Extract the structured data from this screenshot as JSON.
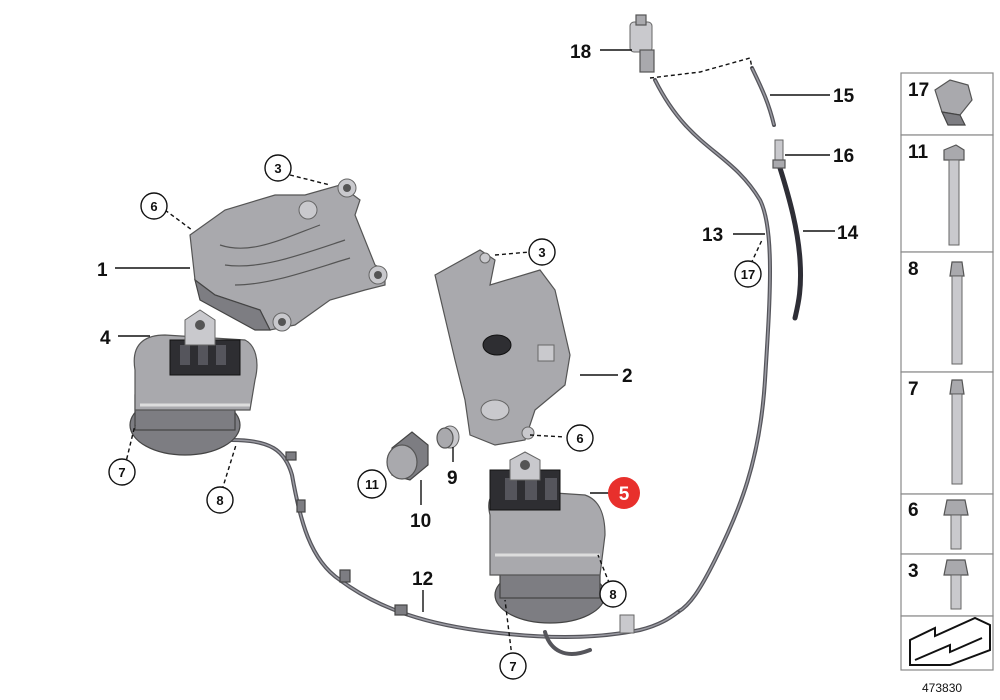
{
  "diagram_id": "473830",
  "highlight": {
    "label": "5",
    "color": "#e8302c"
  },
  "callouts_plain": [
    "1",
    "2",
    "4",
    "9",
    "10",
    "12",
    "13",
    "14",
    "15",
    "16",
    "18"
  ],
  "callouts_circled": [
    "3",
    "6",
    "7",
    "8",
    "11",
    "17"
  ],
  "sidebar": {
    "items": [
      {
        "label": "17",
        "icon": "clip-icon"
      },
      {
        "label": "11",
        "icon": "long-bolt-icon"
      },
      {
        "label": "8",
        "icon": "bolt-icon"
      },
      {
        "label": "7",
        "icon": "bolt-icon"
      },
      {
        "label": "6",
        "icon": "flange-bolt-icon"
      },
      {
        "label": "3",
        "icon": "flange-bolt-icon"
      },
      {
        "label": "",
        "icon": "direction-arrow-icon"
      }
    ]
  }
}
